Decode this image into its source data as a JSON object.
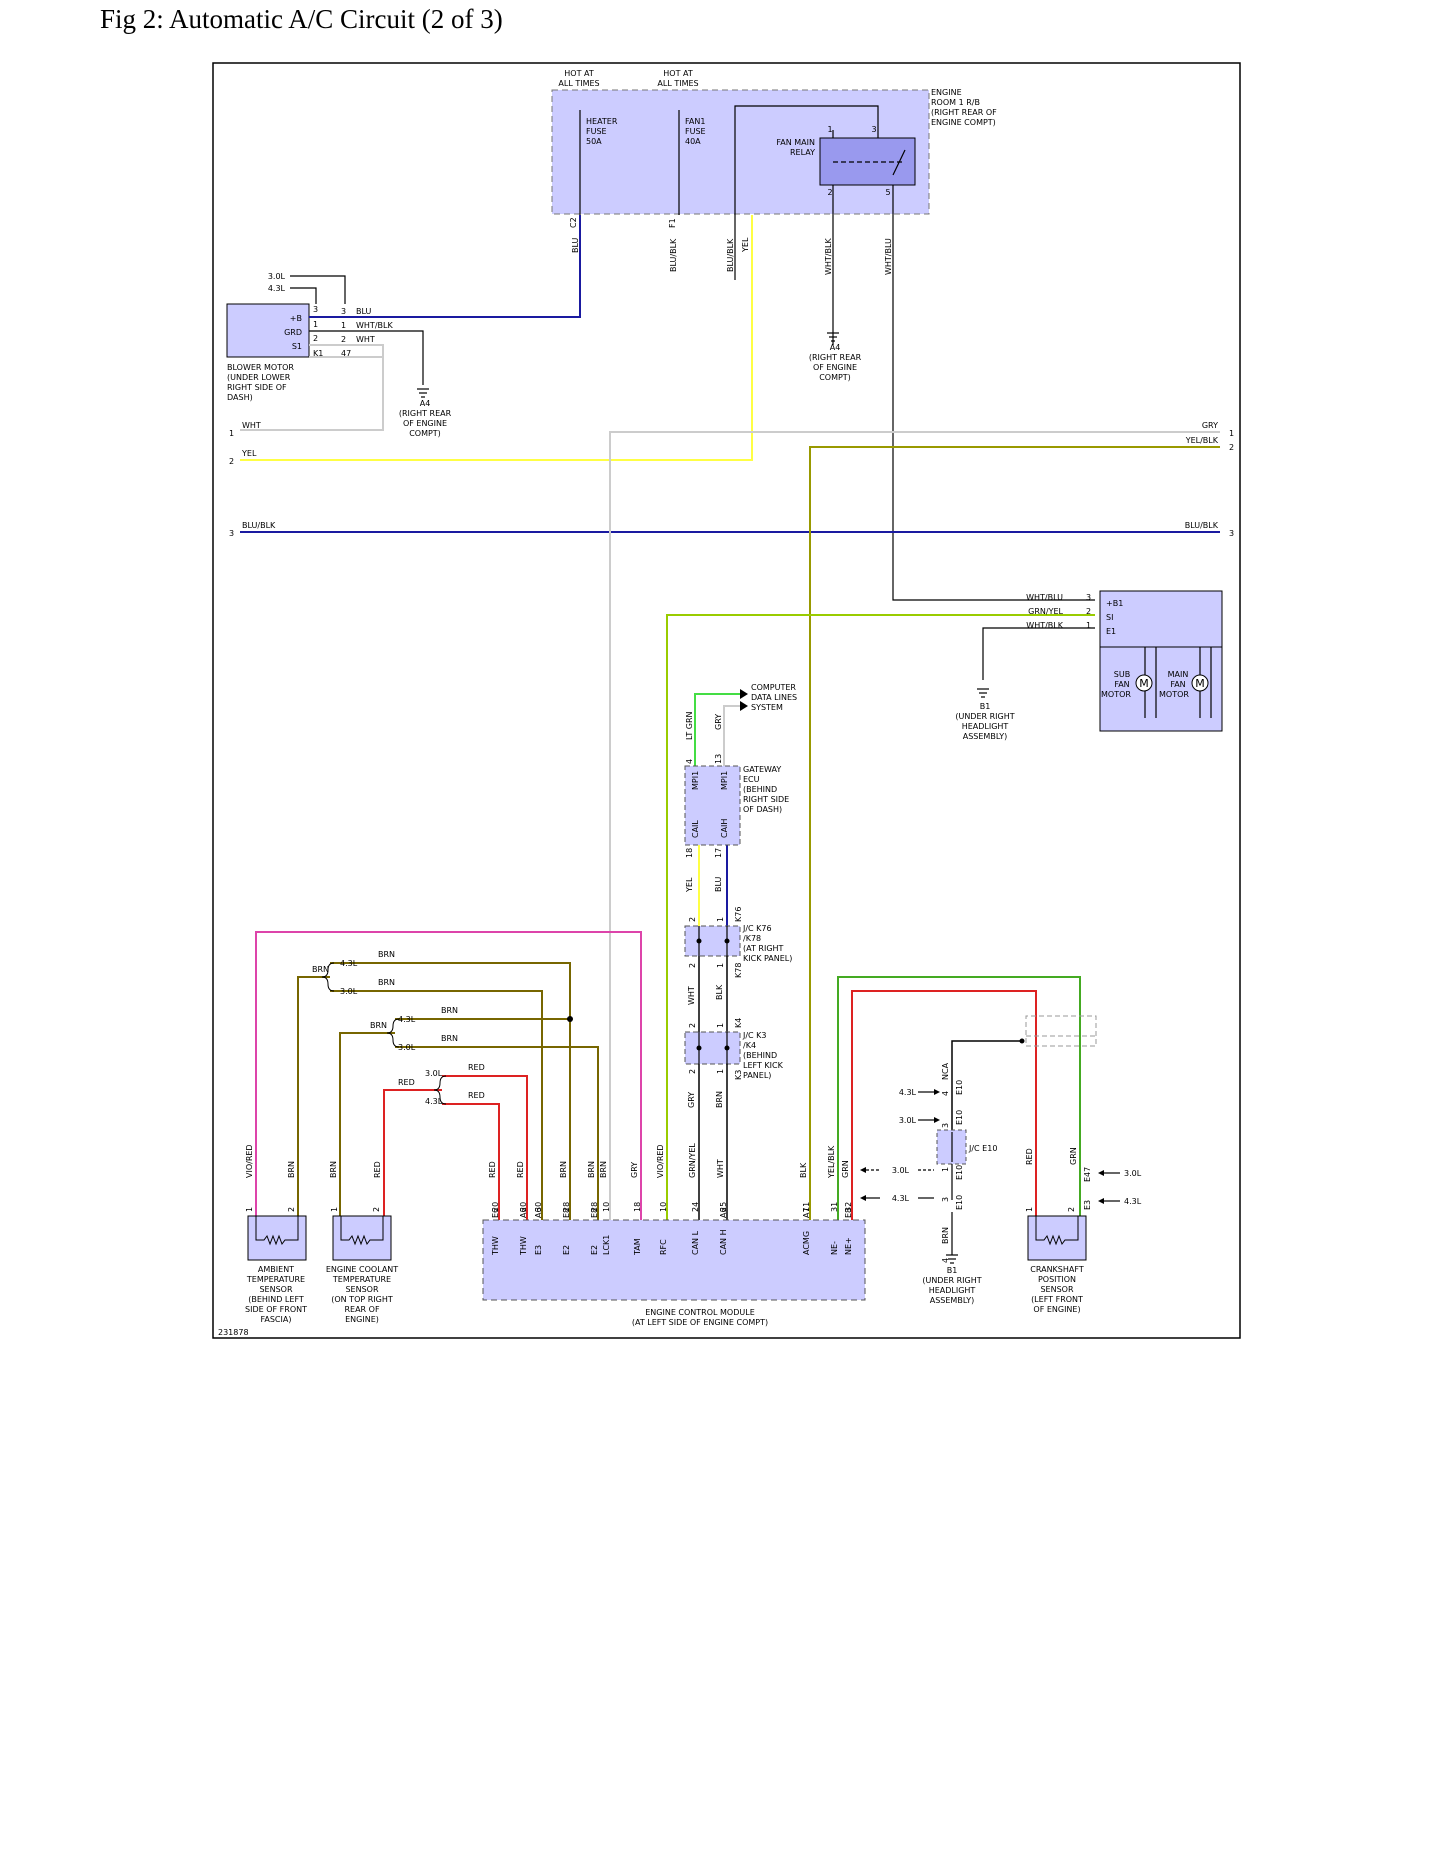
{
  "page_title": "Fig 2: Automatic A/C Circuit (2 of 3)",
  "figure_id": "231878",
  "top": {
    "hot1": [
      "HOT AT",
      "ALL TIMES"
    ],
    "hot2": [
      "HOT AT",
      "ALL TIMES"
    ],
    "heater_fuse": [
      "HEATER",
      "FUSE",
      "50A"
    ],
    "fan1_fuse": [
      "FAN1",
      "FUSE",
      "40A"
    ],
    "fan_relay": [
      "FAN MAIN",
      "RELAY"
    ],
    "rb": [
      "ENGINE",
      "ROOM 1 R/B",
      "(RIGHT REAR OF",
      "ENGINE COMPT)"
    ],
    "pins_c2": "C2",
    "pins_f1": "F1",
    "relay_pins": [
      "1",
      "3",
      "2",
      "5"
    ],
    "wires": [
      "BLU",
      "BLU/BLK",
      "BLU/BLK",
      "YEL",
      "WHT/BLK",
      "WHT/BLU"
    ],
    "ground_a4_right": [
      "A4",
      "(RIGHT REAR",
      "OF ENGINE",
      "COMPT)"
    ]
  },
  "blower": {
    "engine_30": "3.0L",
    "engine_43": "4.3L",
    "pins": [
      "+B",
      "GRD",
      "S1"
    ],
    "pin_nums_left": [
      "3",
      "1",
      "2",
      "K1"
    ],
    "pin_nums_right": [
      "3",
      "1",
      "2",
      "47"
    ],
    "wires": [
      "BLU",
      "WHT/BLK",
      "WHT"
    ],
    "label": [
      "BLOWER MOTOR",
      "(UNDER LOWER",
      "RIGHT SIDE OF",
      "DASH)"
    ],
    "ground": [
      "A4",
      "(RIGHT REAR",
      "OF ENGINE",
      "COMPT)"
    ]
  },
  "bus": {
    "lines_left": [
      {
        "num": "1",
        "color": "WHT"
      },
      {
        "num": "2",
        "color": "YEL"
      },
      {
        "num": "3",
        "color": "BLU/BLK"
      }
    ],
    "lines_right": [
      {
        "num": "1",
        "color": "GRY"
      },
      {
        "num": "2",
        "color": "YEL/BLK"
      },
      {
        "num": "3",
        "color": "BLU/BLK"
      }
    ]
  },
  "fan_motor": {
    "pins": [
      "+B1",
      "SI",
      "E1"
    ],
    "pin_nums": [
      "3",
      "2",
      "1"
    ],
    "wires": [
      "WHT/BLU",
      "GRN/YEL",
      "WHT/BLK"
    ],
    "sub": [
      "SUB",
      "FAN",
      "MOTOR"
    ],
    "main": [
      "MAIN",
      "FAN",
      "MOTOR"
    ],
    "m": "M",
    "ground": [
      "B1",
      "(UNDER RIGHT",
      "HEADLIGHT",
      "ASSEMBLY)"
    ]
  },
  "gateway": {
    "cds": [
      "COMPUTER",
      "DATA LINES",
      "SYSTEM"
    ],
    "wires_top": [
      "LT GRN",
      "GRY"
    ],
    "pins_top": [
      "4",
      "13"
    ],
    "inner_top": [
      "MPI1",
      "MPI1"
    ],
    "inner_bottom": [
      "CAIL",
      "CAIH"
    ],
    "pins_bottom": [
      "18",
      "17"
    ],
    "label": [
      "GATEWAY",
      "ECU",
      "(BEHIND",
      "RIGHT SIDE",
      "OF DASH)"
    ],
    "wires_bottom": [
      "YEL",
      "BLU"
    ]
  },
  "jc1": {
    "top_pins": [
      "2",
      "1",
      "K76"
    ],
    "bottom_pins": [
      "2",
      "1",
      "K78"
    ],
    "label": [
      "J/C K76",
      "/K78",
      "(AT RIGHT",
      "KICK PANEL)"
    ],
    "wires": [
      "WHT",
      "BLK"
    ]
  },
  "jc2": {
    "top_pins": [
      "2",
      "1",
      "K4"
    ],
    "bottom_pins": [
      "2",
      "1",
      "K3"
    ],
    "label": [
      "J/C K3",
      "/K4",
      "(BEHIND",
      "LEFT KICK",
      "PANEL)"
    ],
    "wires": [
      "GRY",
      "BRN"
    ]
  },
  "splices": {
    "brn1": [
      "BRN",
      "4.3L",
      "BRN",
      "3.0L",
      "BRN"
    ],
    "brn2": [
      "BRN",
      "4.3L",
      "BRN",
      "3.0L",
      "BRN"
    ],
    "red": [
      "RED",
      "3.0L",
      "RED",
      "4.3L",
      "RED"
    ]
  },
  "ecm": {
    "wires": [
      "VIO/RED",
      "BRN",
      "BRN",
      "RED",
      "RED",
      "RED",
      "BRN",
      "BRN",
      "BRN",
      "GRY",
      "VIO/RED",
      "GRN/YEL",
      "WHT",
      "BLK",
      "YEL/BLK",
      "GRN",
      "RED"
    ],
    "pin_nums": [
      "20",
      "20",
      "30",
      "28",
      "28",
      "10",
      "18",
      "10",
      "24",
      "25",
      "11",
      "31",
      "32"
    ],
    "pin_codes": [
      "E6",
      "A6",
      "A6",
      "E8",
      "E8",
      "",
      "",
      "",
      "",
      "A6",
      "A7",
      "",
      "E8"
    ],
    "pin_extra": [
      "",
      "",
      "",
      "G",
      "",
      "",
      "1",
      "",
      "",
      "",
      "",
      "",
      ""
    ],
    "functions": [
      "THW",
      "THW",
      "E3",
      "E2",
      "E2",
      "LCK1",
      "TAM",
      "RFC",
      "CAN L",
      "CAN H",
      "ACMG",
      "NE-",
      "NE+"
    ],
    "label": [
      "ENGINE CONTROL MODULE",
      "(AT LEFT SIDE OF ENGINE COMPT)"
    ]
  },
  "sensors": {
    "ambient": {
      "pins": [
        "1",
        "2"
      ],
      "label": [
        "AMBIENT",
        "TEMPERATURE",
        "SENSOR",
        "(BEHIND LEFT",
        "SIDE OF FRONT",
        "FASCIA)"
      ]
    },
    "coolant": {
      "pins": [
        "1",
        "2"
      ],
      "label": [
        "ENGINE COOLANT",
        "TEMPERATURE",
        "SENSOR",
        "(ON TOP RIGHT",
        "REAR OF",
        "ENGINE)"
      ]
    },
    "crank": {
      "pins": [
        "1",
        "2"
      ],
      "wires": [
        "RED",
        "GRN"
      ],
      "pin_codes": [
        "E47",
        "E3"
      ],
      "engines": [
        "3.0L",
        "4.3L"
      ],
      "label": [
        "CRANKSHAFT",
        "POSITION",
        "SENSOR",
        "(LEFT FRONT",
        "OF ENGINE)"
      ]
    }
  },
  "jce10": {
    "label": "J/C E10",
    "nca": "NCA",
    "engines": [
      "4.3L",
      "3.0L",
      "3.0L",
      "4.3L"
    ],
    "codes": [
      "E10",
      "E10",
      "E10",
      "E10"
    ],
    "pins": [
      "4",
      "3",
      "1",
      "3"
    ],
    "wire": "BRN",
    "ground_pin": "4",
    "ground": [
      "B1",
      "(UNDER RIGHT",
      "HEADLIGHT",
      "ASSEMBLY)"
    ]
  }
}
